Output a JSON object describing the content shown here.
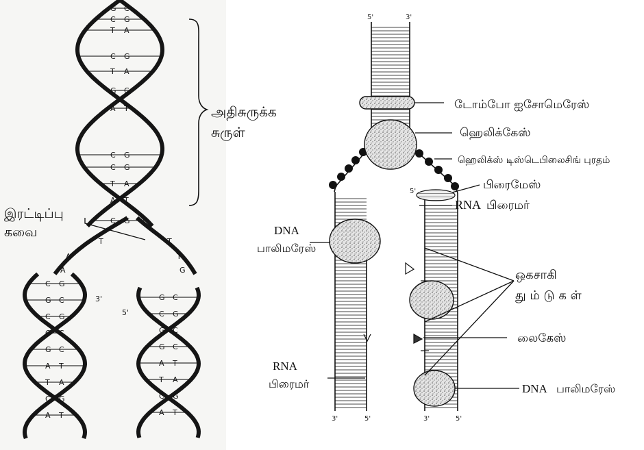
{
  "left": {
    "supercoil_label": [
      "அதிசுருக்க",
      "சுருள்"
    ],
    "fork_label": [
      "இரட்டிப்பு",
      "கவை"
    ],
    "base_pairs": [
      [
        "G",
        "C"
      ],
      [
        "C",
        "G"
      ],
      [
        "T",
        "A"
      ],
      [
        "C",
        "G"
      ],
      [
        "T",
        "A"
      ],
      [
        "G",
        "C"
      ],
      [
        "A",
        "T"
      ],
      [
        "C",
        "G"
      ],
      [
        "C",
        "G"
      ],
      [
        "T",
        "A"
      ],
      [
        "A",
        "T"
      ],
      [
        "C",
        "G"
      ]
    ],
    "fork_singles": [
      "T",
      "A",
      "A",
      "T",
      "T",
      "G"
    ],
    "left_daughter_pairs": [
      [
        "C",
        "G"
      ],
      [
        "G",
        "C"
      ],
      [
        "C",
        "G"
      ],
      [
        "G",
        "C"
      ],
      [
        "G",
        "C"
      ],
      [
        "A",
        "T"
      ],
      [
        "T",
        "A"
      ],
      [
        "C",
        "G"
      ],
      [
        "A",
        "T"
      ]
    ],
    "right_daughter_pairs": [
      [
        "G",
        "C"
      ],
      [
        "C",
        "G"
      ],
      [
        "G",
        "C"
      ],
      [
        "G",
        "C"
      ],
      [
        "A",
        "T"
      ],
      [
        "T",
        "A"
      ],
      [
        "C",
        "G"
      ],
      [
        "A",
        "T"
      ]
    ],
    "end_3prime": "3'",
    "end_5prime": "5'"
  },
  "right": {
    "top_5": "5'",
    "top_3": "3'",
    "primer_5": "5'",
    "lead_3": "3'",
    "bottom_left": [
      "3'",
      "5'"
    ],
    "bottom_right": [
      "3'",
      "5'"
    ],
    "labels": {
      "topoisomerase": "டோம்போ  ஐசோமெரேஸ்",
      "helicase": "ஹெலிக்கேஸ்",
      "ssb": "ஹெலிக்ஸ் டிஸ்டெபிலைசிங் புரதம்",
      "primase": "பிரைமேஸ்",
      "rna_primer_right": [
        "RNA",
        "பிரைமர்"
      ],
      "dna_pol_left": [
        "DNA",
        "பாலிமரேஸ்"
      ],
      "okazaki": [
        "ஒகசாகி",
        "து ம் டு க ள்"
      ],
      "ligase": "லைகேஸ்",
      "rna_primer_left": [
        "RNA",
        "பிரைமர்"
      ],
      "dna_pol_right": [
        "DNA",
        "பாலிமரேஸ்"
      ]
    }
  }
}
